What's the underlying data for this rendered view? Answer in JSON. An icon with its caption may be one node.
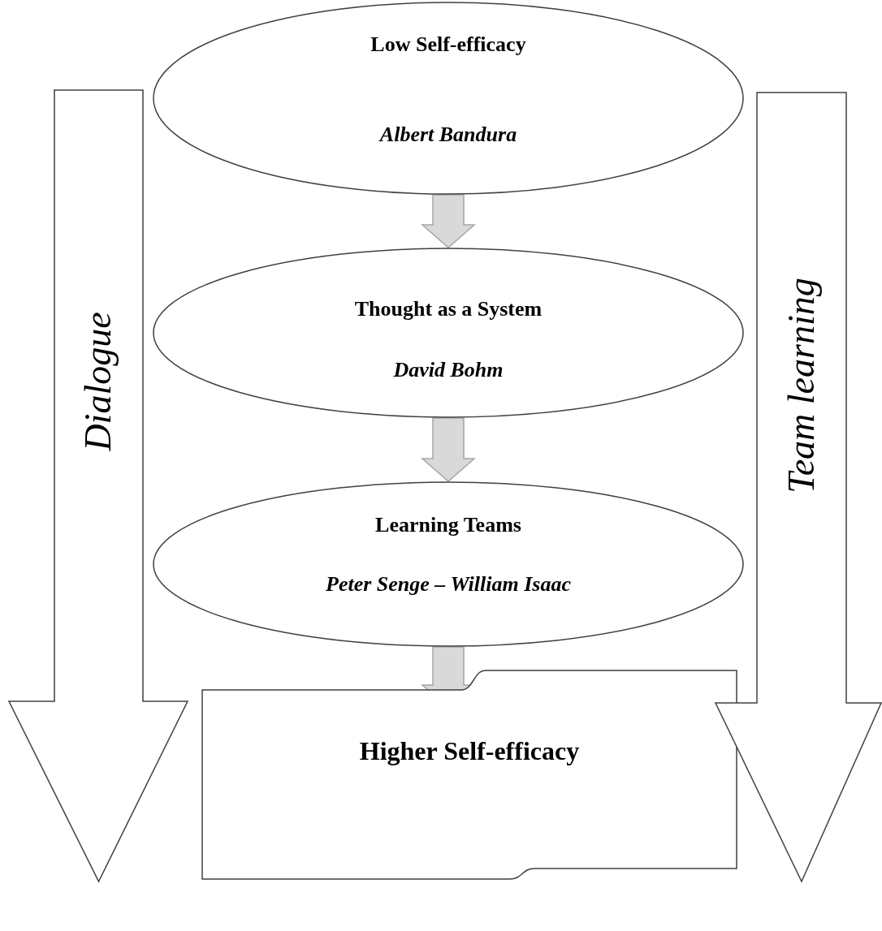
{
  "diagram": {
    "nodes": [
      {
        "text": [
          "Low Self-efficacy",
          "Albert Bandura"
        ]
      },
      {
        "text": [
          "Thought as a System",
          "David Bohm"
        ]
      },
      {
        "text": [
          "Learning Teams",
          "Peter Senge – William Isaac"
        ]
      },
      {
        "text": [
          "Higher Self-efficacy"
        ]
      },
      {
        "text": [
          "Dialogue"
        ]
      },
      {
        "text": [
          "Team learning"
        ]
      }
    ],
    "edges": [
      {
        "from": 0,
        "to": 1,
        "arrow": "to"
      },
      {
        "from": 1,
        "to": 2,
        "arrow": "to"
      },
      {
        "from": 2,
        "to": 3,
        "arrow": "to"
      }
    ]
  }
}
